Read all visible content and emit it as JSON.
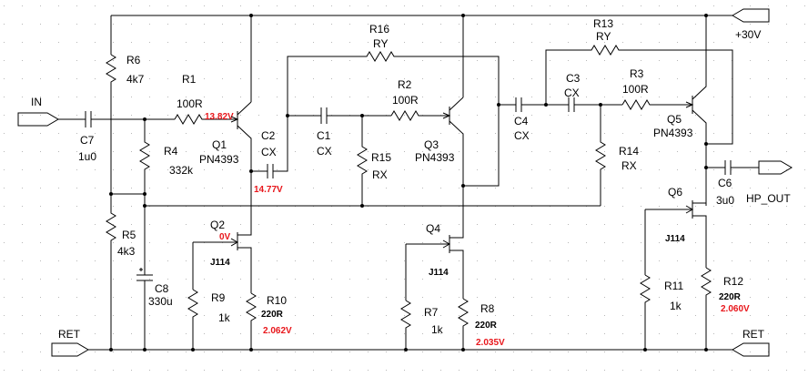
{
  "colors": {
    "voltage": "#e8161b",
    "wire": "#000000",
    "grid": "#b8b8b8"
  },
  "ports": {
    "in": "IN",
    "ret_left": "RET",
    "supply": "+30V",
    "hp_out": "HP_OUT",
    "ret_right": "RET"
  },
  "components": {
    "R6": {
      "ref": "R6",
      "value": "4k7"
    },
    "R1": {
      "ref": "R1",
      "value": "100R"
    },
    "Q1": {
      "ref": "Q1",
      "value": "PN4393"
    },
    "C7": {
      "ref": "C7",
      "value": "1u0"
    },
    "R4": {
      "ref": "R4",
      "value": "332k"
    },
    "R5": {
      "ref": "R5",
      "value": "4k3"
    },
    "C8": {
      "ref": "C8",
      "value": "330u"
    },
    "Q2": {
      "ref": "Q2",
      "value": "J114"
    },
    "R9": {
      "ref": "R9",
      "value": "1k"
    },
    "R10": {
      "ref": "R10",
      "value": "220R"
    },
    "C2": {
      "ref": "C2",
      "value": "CX"
    },
    "R16": {
      "ref": "R16",
      "value": "RY"
    },
    "C1": {
      "ref": "C1",
      "value": "CX"
    },
    "R15": {
      "ref": "R15",
      "value": "RX"
    },
    "R2": {
      "ref": "R2",
      "value": "100R"
    },
    "Q3": {
      "ref": "Q3",
      "value": "PN4393"
    },
    "Q4": {
      "ref": "Q4",
      "value": "J114"
    },
    "R7": {
      "ref": "R7",
      "value": "1k"
    },
    "R8": {
      "ref": "R8",
      "value": "220R"
    },
    "C4": {
      "ref": "C4",
      "value": "CX"
    },
    "C3": {
      "ref": "C3",
      "value": "CX"
    },
    "R13": {
      "ref": "R13",
      "value": "RY"
    },
    "R3": {
      "ref": "R3",
      "value": "100R"
    },
    "R14": {
      "ref": "R14",
      "value": "RX"
    },
    "Q5": {
      "ref": "Q5",
      "value": "PN4393"
    },
    "C6": {
      "ref": "C6",
      "value": "3u0"
    },
    "Q6": {
      "ref": "Q6",
      "value": "J114"
    },
    "R11": {
      "ref": "R11",
      "value": "1k"
    },
    "R12": {
      "ref": "R12",
      "value": "220R"
    }
  },
  "voltages": {
    "q1_source": "13.82V",
    "c2_node": "14.77V",
    "q2_gate": "0V",
    "r10": "2.062V",
    "r8": "2.035V",
    "r12": "2.060V"
  }
}
